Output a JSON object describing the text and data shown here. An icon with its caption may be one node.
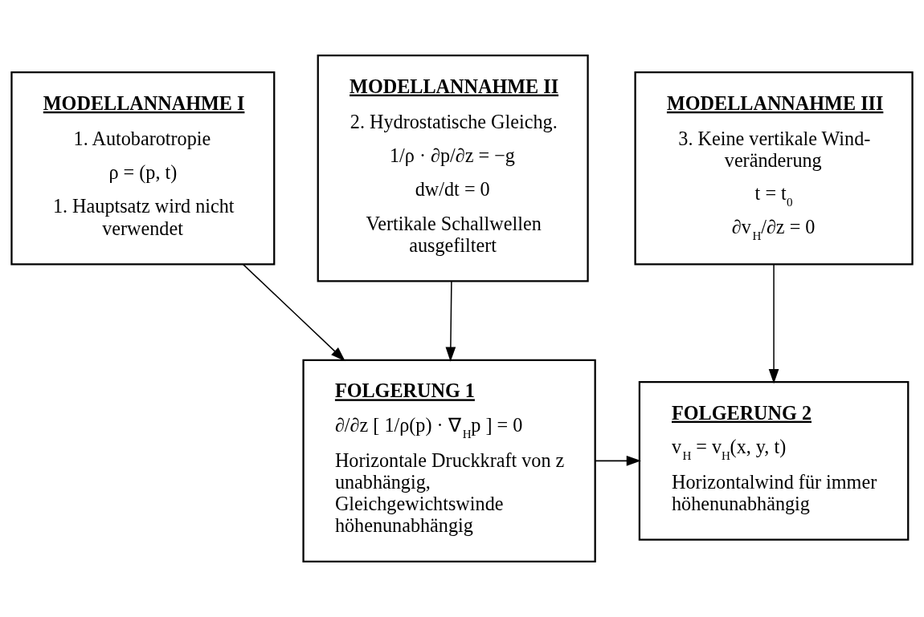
{
  "diagram": {
    "nodes": [
      {
        "text": [
          "MODELLANNAHME I",
          "1. Autobarotropie",
          "ρ = (p, t)",
          "1. Hauptsatz wird nicht verwendet"
        ]
      },
      {
        "text": [
          "MODELLANNAHME II",
          "2. Hydrostatische Gleichg.",
          "1/ρ · ∂p/∂z = −g",
          "dw/dt = 0",
          "Vertikale Schallwellen ausgefiltert"
        ]
      },
      {
        "text": [
          "MODELLANNAHME III",
          "3. Keine vertikale Wind-veränderung",
          "t = t$_{0}$",
          "∂v$_{H}$/∂z = 0"
        ]
      },
      {
        "text": [
          "FOLGERUNG 1",
          "∂/∂z [ 1/ρ(p) · ∇$_{H}$p ] = 0",
          "Horizontale Druckkraft von z unabhängig, Gleichgewichtswinde höhenunabhängig"
        ]
      },
      {
        "text": [
          "FOLGERUNG 2",
          "v$_{H}$ = v$_{H}$(x, y, t)",
          "Horizontalwind für immer höhenunabhängig"
        ]
      }
    ],
    "edges": [
      {
        "from": 0,
        "to": 3,
        "arrow": "to"
      },
      {
        "from": 1,
        "to": 3,
        "arrow": "to"
      },
      {
        "from": 2,
        "to": 4,
        "arrow": "to"
      },
      {
        "from": 3,
        "to": 4,
        "arrow": "to"
      }
    ]
  }
}
